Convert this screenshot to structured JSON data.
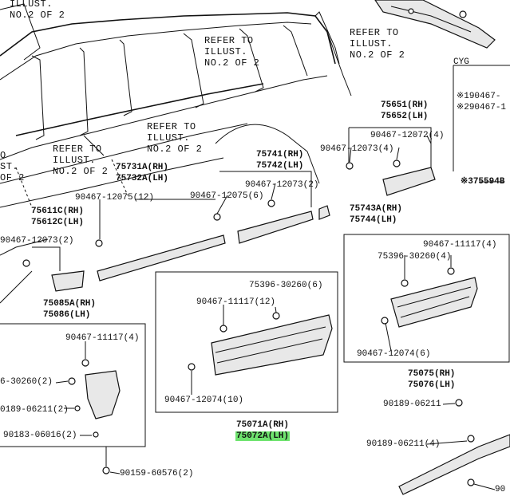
{
  "labels": {
    "ref_topleft": [
      "ILLUST.",
      "NO.2 OF 2"
    ],
    "ref_top": [
      "REFER TO",
      "ILLUST.",
      "NO.2 OF 2"
    ],
    "ref_topright": [
      "REFER TO",
      "ILLUST.",
      "NO.2 OF 2"
    ],
    "ref_center": [
      "REFER TO",
      "ILLUST.",
      "NO.2 OF 2"
    ],
    "ref_left": [
      "REFER TO",
      "ILLUST.",
      "NO.2 OF 2"
    ],
    "ref_farleft": [
      "O",
      "ST.",
      "OF 2"
    ],
    "cyg": "CYG",
    "p75651": "75651(RH)",
    "p75652": "75652(LH)",
    "p90467_12072_4": "90467-12072(4)",
    "p90467_12073_4": "90467-12073(4)",
    "p75741": "75741(RH)",
    "p75742": "75742(LH)",
    "p90467_12073_2r": "90467-12073(2)",
    "p90467_12075_6": "90467-12075(6)",
    "p75731a": "75731A(RH)",
    "p75732a": "75732A(LH)",
    "p90467_12075_12": "90467-12075(12)",
    "p75611c": "75611C(RH)",
    "p75612c": "75612C(LH)",
    "p90467_12073_2l": "90467-12073(2)",
    "p75743a": "75743A(RH)",
    "p75744": "75744(LH)",
    "p75594b": "※375594B",
    "p_right1": "※190467-",
    "p_right2": "※290467-1",
    "p90467_11117_4r": "90467-11117(4)",
    "p75396_30260_4": "75396-30260(4)",
    "p90467_12074_6": "90467-12074(6)",
    "p75075": "75075(RH)",
    "p75076": "75076(LH)",
    "p90189_06211_r1": "90189-06211",
    "p90189_06211_r2": "90189-06211(4)",
    "p_90_bottom": "90",
    "p75396_30260_6": "75396-30260(6)",
    "p90467_11117_12": "90467-11117(12)",
    "p90467_12074_10": "90467-12074(10)",
    "p75071a": "75071A(RH)",
    "p75072a": "75072A(LH)",
    "p75085a": "75085A(RH)",
    "p75086": "75086(LH)",
    "p90467_11117_4l": "90467-11117(4)",
    "p_30260_2": "6-30260(2)",
    "p90189_06211_2": "0189-06211(2)",
    "p90183_06016_2": "90183-06016(2)",
    "p90159_60576_2": "90159-60576(2)"
  },
  "colors": {
    "highlight": "#6ee36e",
    "ink": "#111111"
  }
}
